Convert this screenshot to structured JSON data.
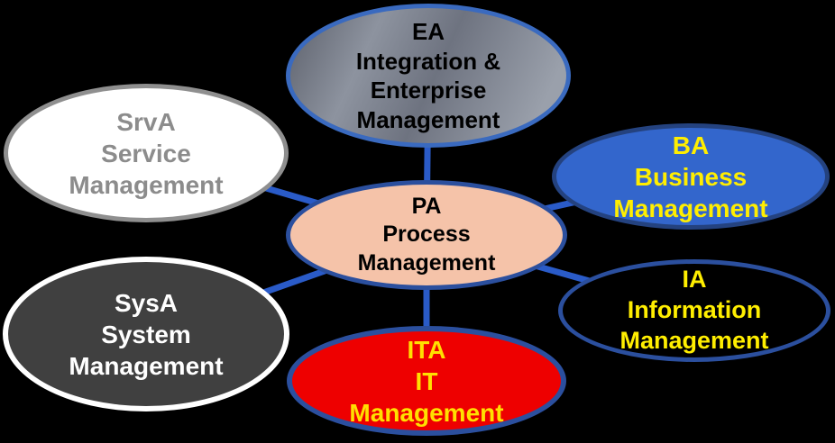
{
  "diagram": {
    "type": "concept-map",
    "background_color": "#000000",
    "connector_color": "#2A5BC8",
    "center_node": "PA",
    "nodes": [
      {
        "id": "EA",
        "label": "EA\nIntegration &\nEnterprise\nManagement",
        "fill": "gray-gradient",
        "fill_colors": [
          "#5c606b",
          "#8d939f",
          "#6e7380",
          "#9aa0ab"
        ],
        "border_color": "#3A6ABF",
        "text_color": "#000000"
      },
      {
        "id": "SrvA",
        "label": "SrvA\nService\nManagement",
        "fill": "#FFFFFF",
        "border_color": "#8F8F8F",
        "text_color": "#8C8C8C"
      },
      {
        "id": "BA",
        "label": "BA\nBusiness\nManagement",
        "fill": "#3366CC",
        "border_color": "#24427F",
        "text_color": "#FFEE00"
      },
      {
        "id": "PA",
        "label": "PA\nProcess\nManagement",
        "fill": "#F5C3A9",
        "border_color": "#2B4F9E",
        "text_color": "#000000"
      },
      {
        "id": "IA",
        "label": "IA\nInformation\nManagement",
        "fill": "#000000",
        "border_color": "#2B4F9E",
        "text_color": "#FFEE00"
      },
      {
        "id": "ITA",
        "label": "ITA\nIT\nManagement",
        "fill": "#EE0000",
        "border_color": "#2B4F9E",
        "text_color": "#FFE000"
      },
      {
        "id": "SysA",
        "label": "SysA\nSystem\nManagement",
        "fill": "#404040",
        "border_color": "#FFFFFF",
        "text_color": "#FFFFFF"
      }
    ],
    "edges": [
      "PA-EA",
      "PA-SrvA",
      "PA-BA",
      "PA-IA",
      "PA-ITA",
      "PA-SysA"
    ]
  }
}
